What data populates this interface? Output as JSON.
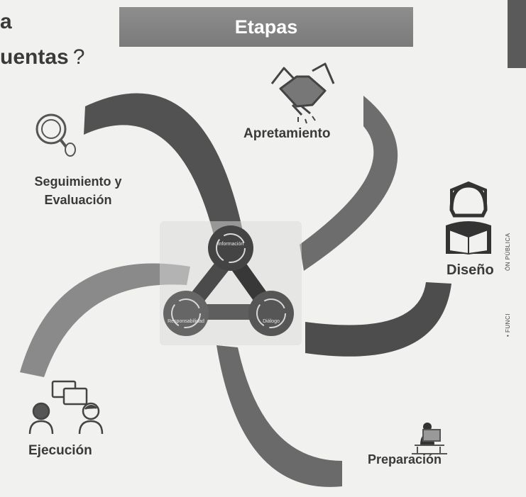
{
  "title": {
    "line1_fragment": "a",
    "line2_fragment": "uentas",
    "line2_punct": "?"
  },
  "banner": {
    "label": "Etapas"
  },
  "stages": {
    "aprestamiento": "Apretamiento",
    "seguimiento_line1": "Seguimiento y",
    "seguimiento_line2": "Evaluación",
    "diseno": "Diseño",
    "ejecucion": "Ejecución",
    "preparacion": "Preparación"
  },
  "hub": {
    "top": "Información",
    "left": "Responsabilidad",
    "right": "Diálogo"
  },
  "side_text": {
    "line1": "• FUNCI",
    "line2": "ÓN PÚBLICA"
  },
  "colors": {
    "arc_dark": "#4a4a4a",
    "arc_mid": "#6b6b6b",
    "arc_light": "#8a8a8a",
    "banner": "#858585",
    "background": "#f1f1ef"
  },
  "icons": {
    "aprestamiento": "handshake-icon",
    "seguimiento": "magnifier-icon",
    "diseno": "reading-person-icon",
    "ejecucion": "conversation-icon",
    "preparacion": "desk-worker-icon"
  }
}
